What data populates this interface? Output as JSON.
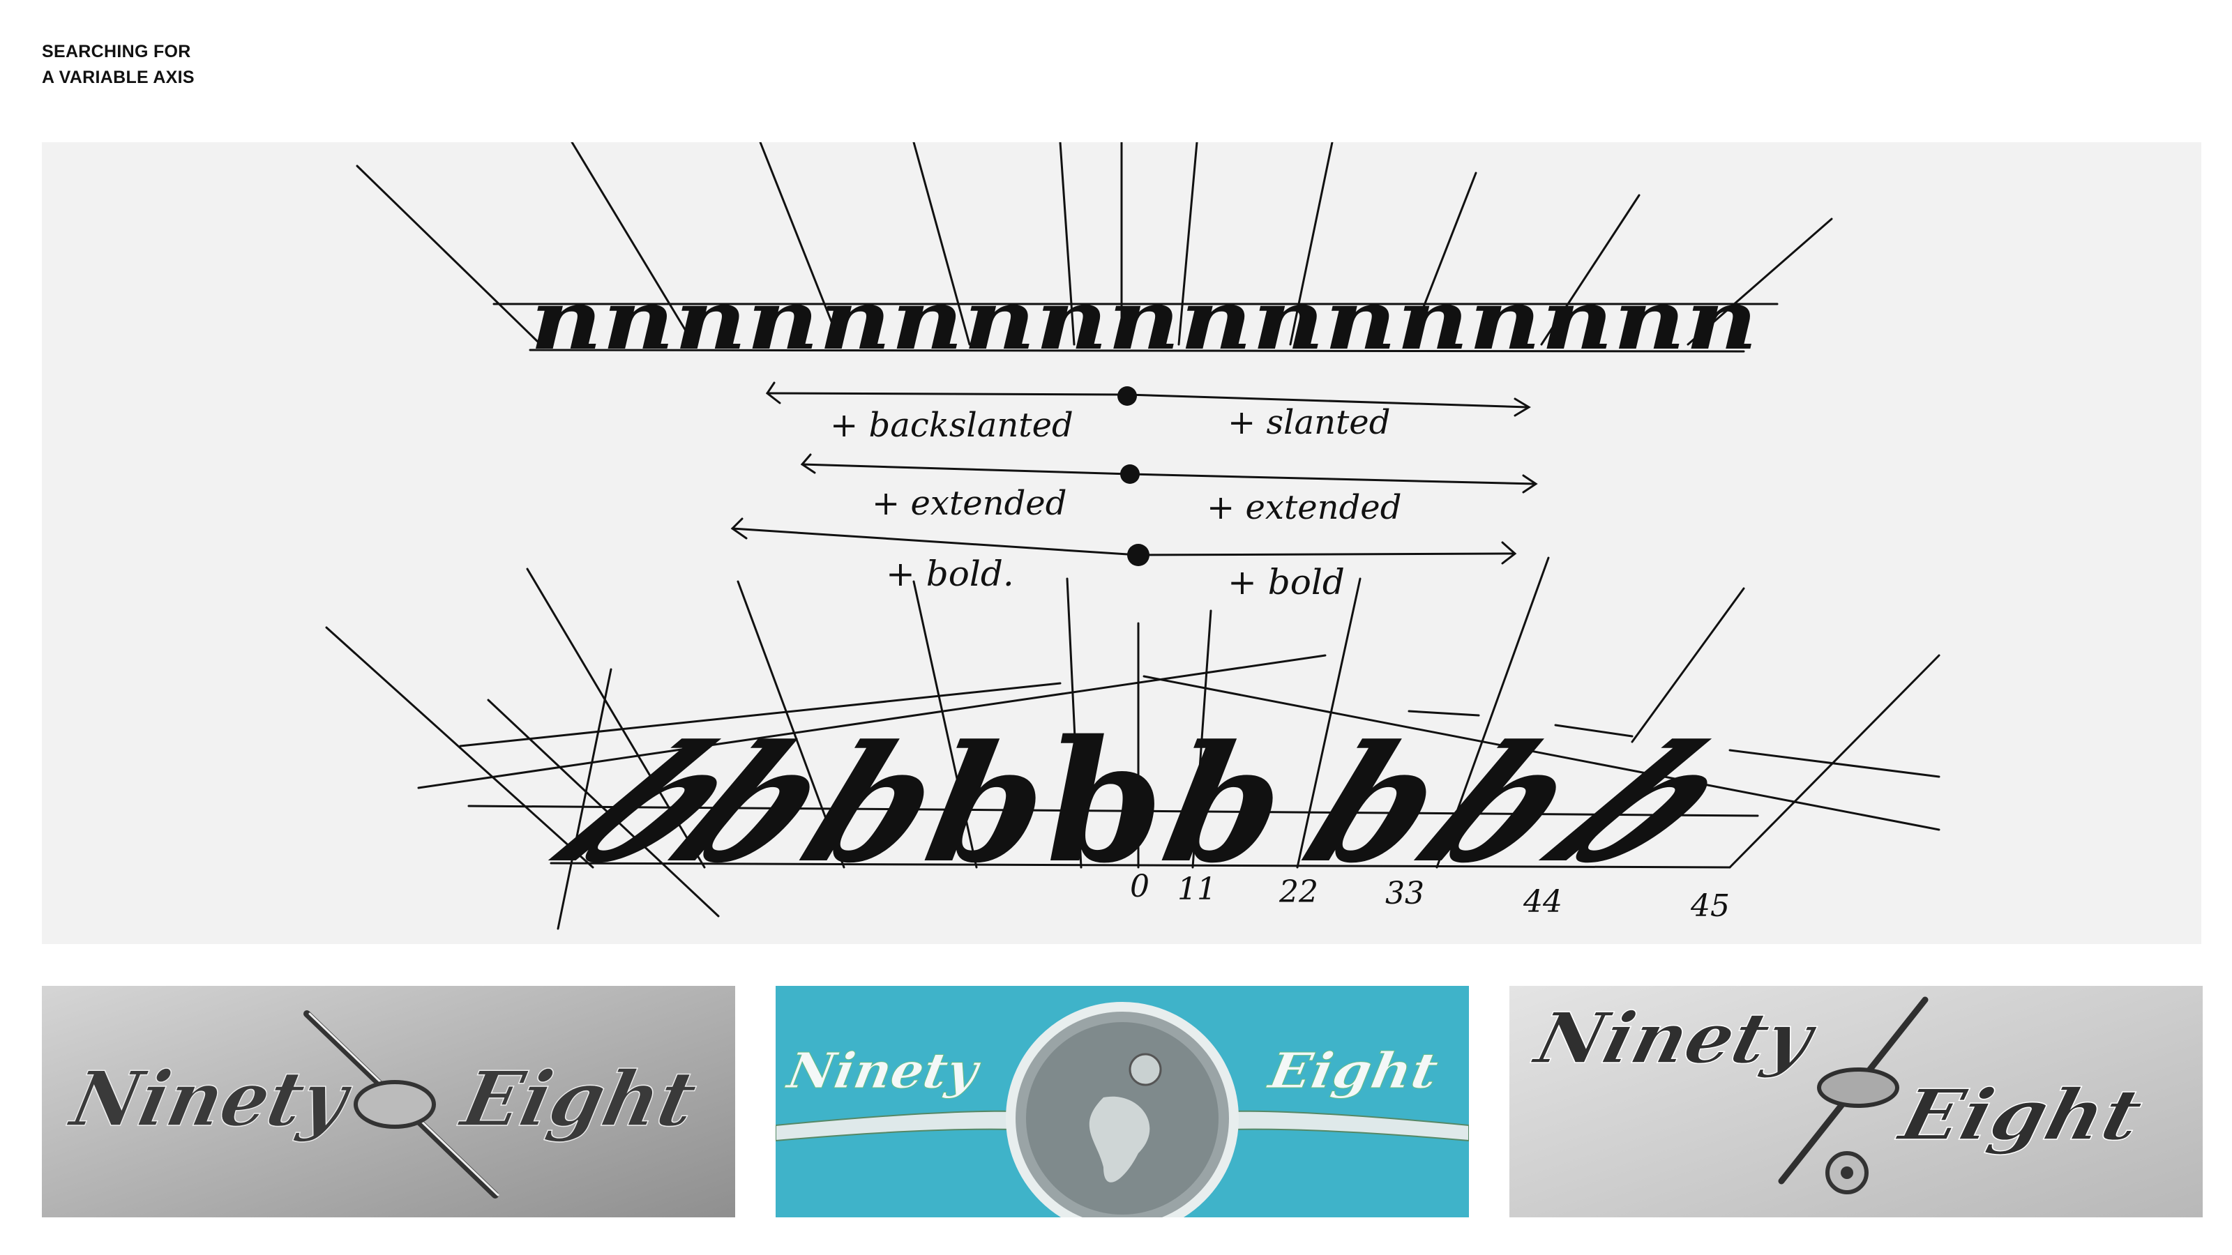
{
  "page": {
    "title_line1": "SEARCHING FOR",
    "title_line2": "A VARIABLE AXIS"
  },
  "sketch": {
    "top_string": "nnnnnnnnnnnnnnnnn",
    "axes": [
      {
        "left": "+ backslanted",
        "right": "+ slanted"
      },
      {
        "left": "+ extended",
        "right": "+ extended"
      },
      {
        "left": "+ bold.",
        "right": "+ bold"
      }
    ],
    "glyph": "b",
    "angle_labels": [
      "0",
      "11",
      "22",
      "33",
      "44",
      "45"
    ]
  },
  "photos": [
    {
      "word1": "Ninety",
      "word2": "Eight",
      "bg": "#a9a9a9",
      "chrome": "#3a3a3a"
    },
    {
      "word1": "Ninety",
      "word2": "Eight",
      "bg": "#3fb3c9",
      "chrome": "#f4f8f8"
    },
    {
      "word1": "Ninety",
      "word2": "Eight",
      "bg": "#cccccc",
      "chrome": "#2f2f2f"
    }
  ]
}
